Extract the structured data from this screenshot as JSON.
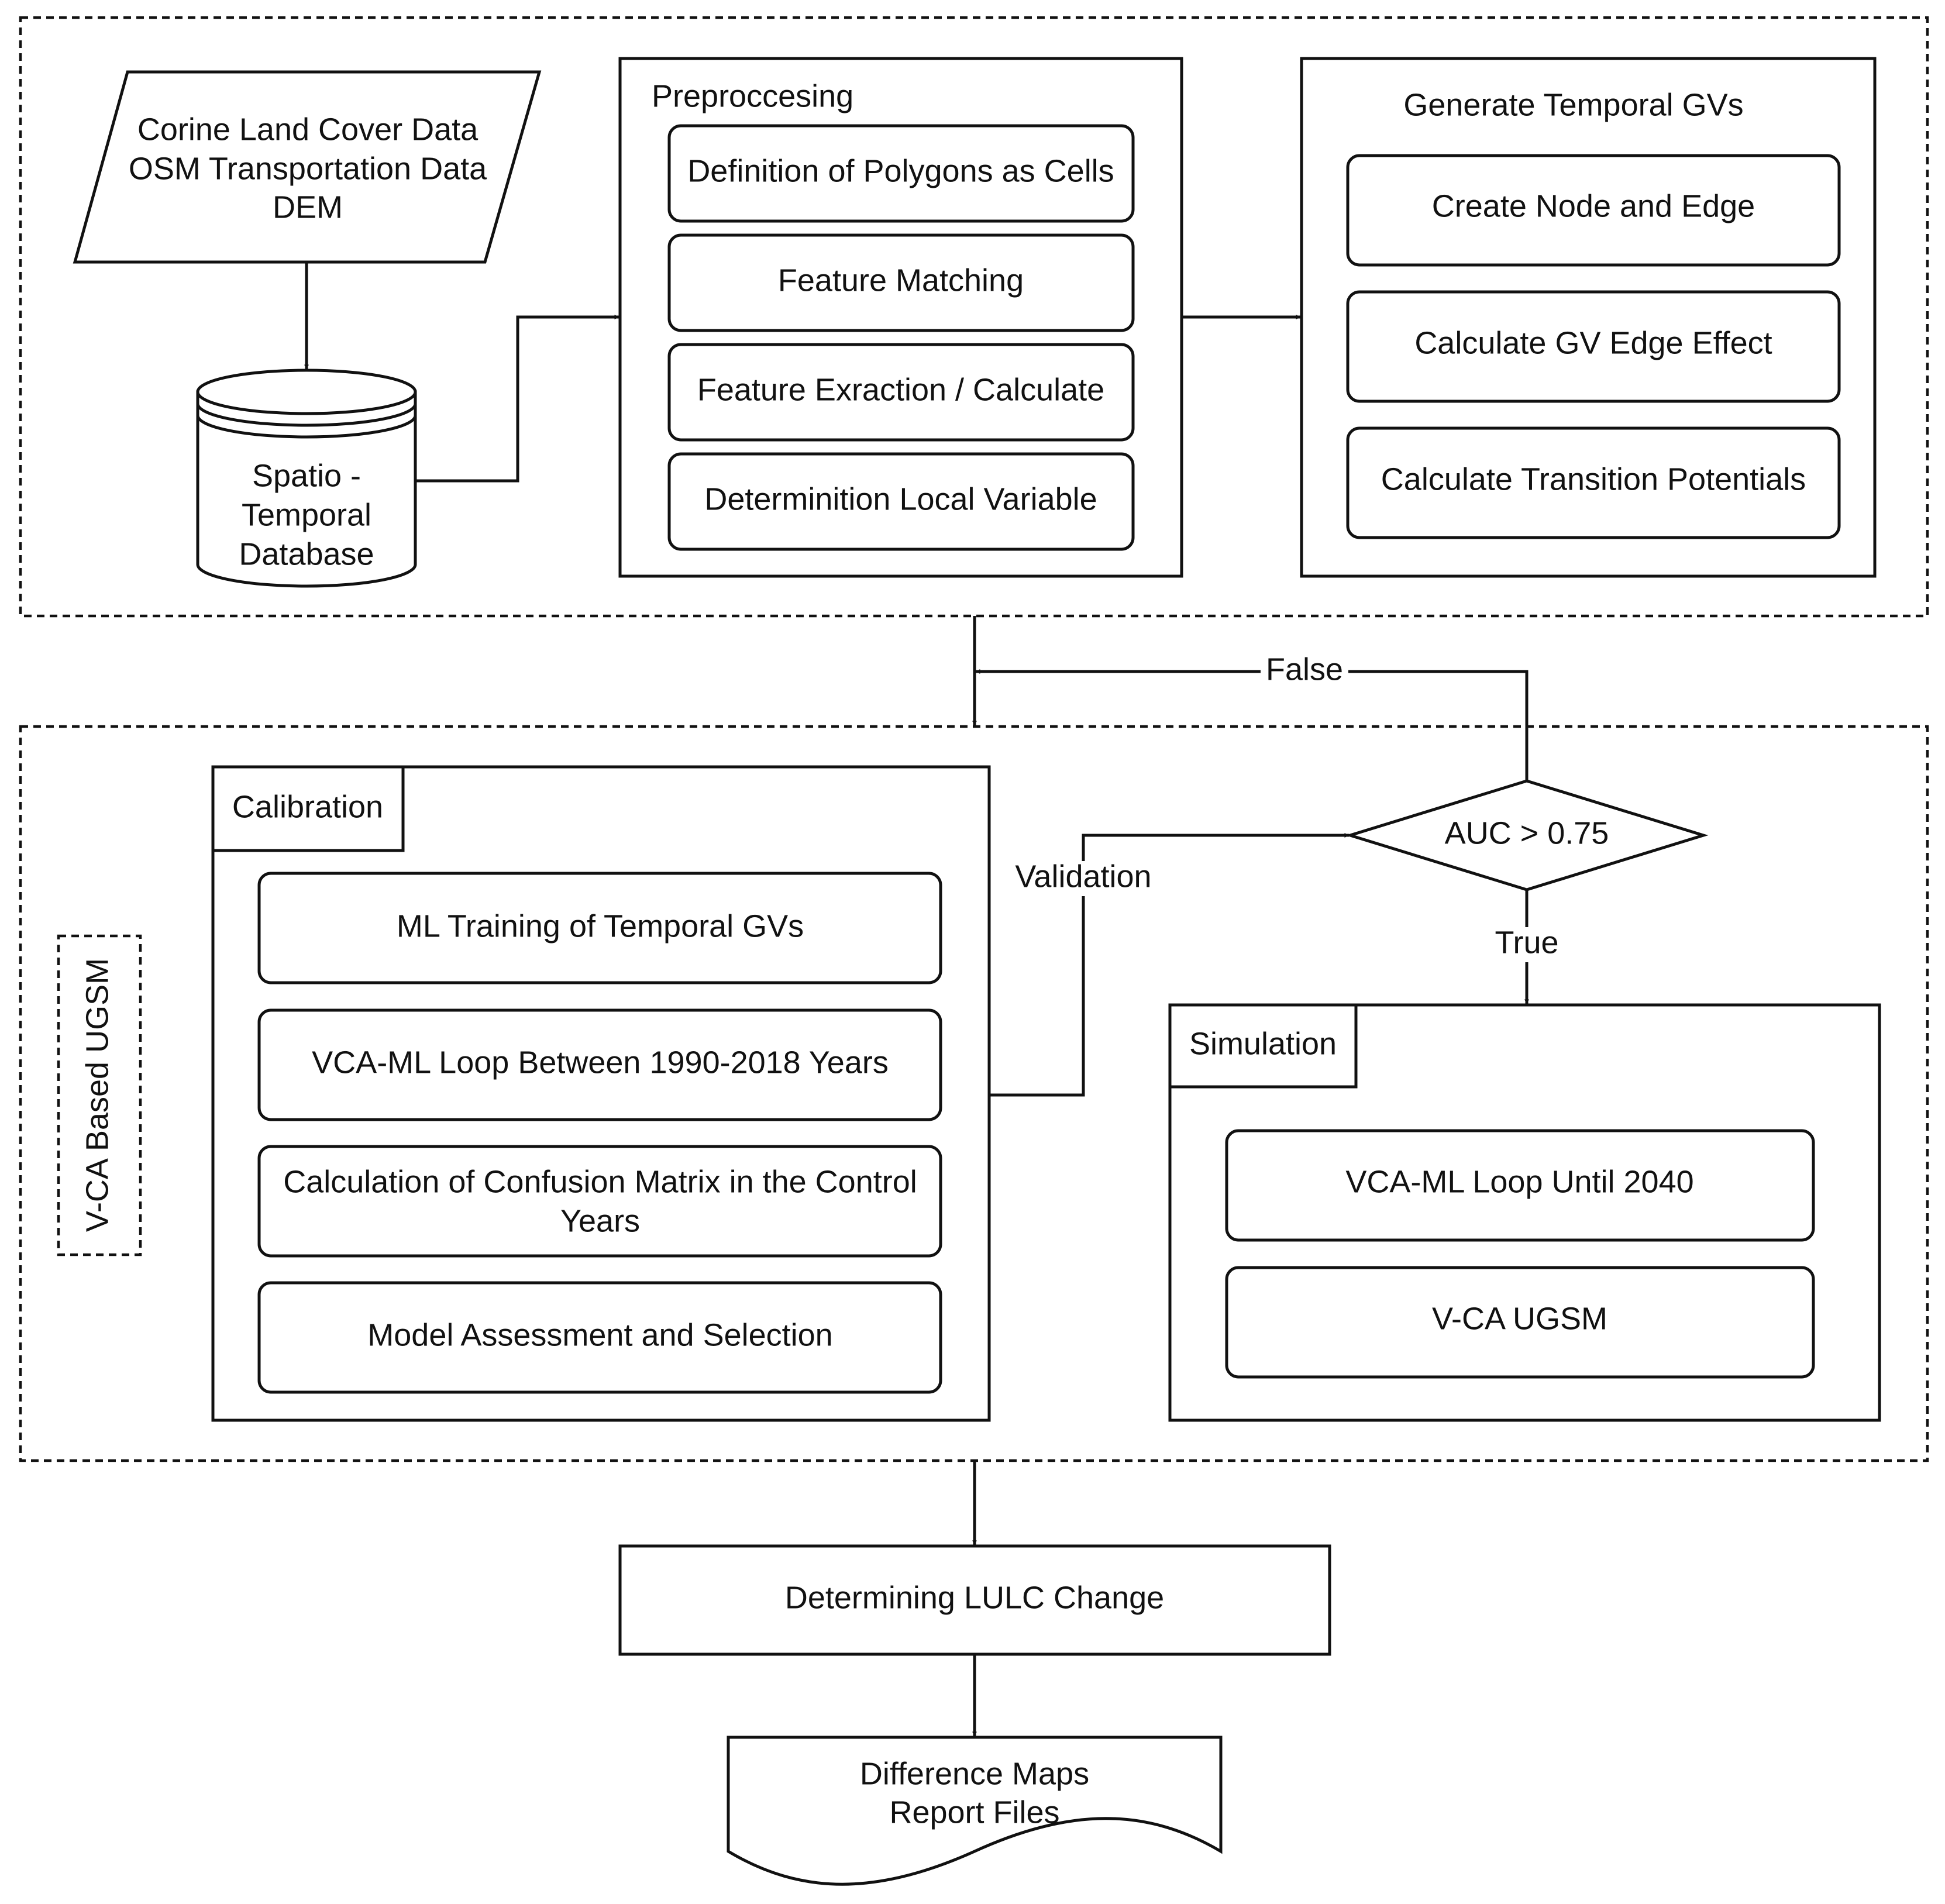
{
  "input": {
    "lines": [
      "Corine Land Cover Data",
      "OSM Transportation Data",
      "DEM"
    ]
  },
  "database": {
    "lines": [
      "Spatio -",
      "Temporal",
      "Database"
    ]
  },
  "preprocessing": {
    "title": "Preproccesing",
    "steps": [
      "Definition of Polygons as Cells",
      "Feature Matching",
      "Feature Exraction / Calculate",
      "Determinition Local Variable"
    ]
  },
  "generate": {
    "title": "Generate Temporal GVs",
    "steps": [
      "Create Node and Edge",
      "Calculate GV Edge Effect",
      "Calculate Transition Potentials"
    ]
  },
  "model_label": "V-CA Based UGSM",
  "calibration": {
    "title": "Calibration",
    "steps": [
      [
        "ML Training of Temporal GVs"
      ],
      [
        "VCA-ML Loop Between 1990-2018 Years"
      ],
      [
        "Calculation of Confusion Matrix in the Control",
        "Years"
      ],
      [
        "Model Assessment and Selection"
      ]
    ]
  },
  "decision": {
    "label": "AUC > 0.75",
    "false_label": "False",
    "true_label": "True",
    "validation_label": "Validation"
  },
  "simulation": {
    "title": "Simulation",
    "steps": [
      "VCA-ML Loop Until 2040",
      "V-CA  UGSM"
    ]
  },
  "lulc": "Determining LULC Change",
  "output": {
    "lines": [
      "Difference Maps",
      "Report Files"
    ]
  }
}
